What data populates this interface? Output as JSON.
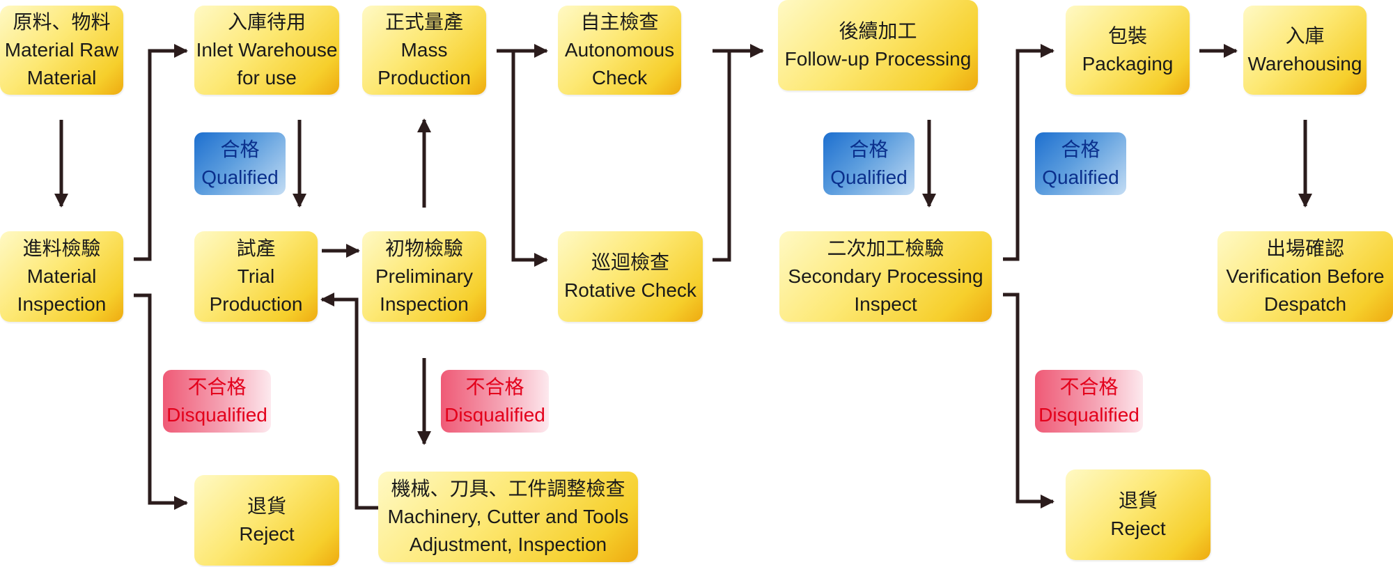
{
  "boxes": {
    "raw_material": {
      "zh": "原料、物料",
      "en1": "Material Raw",
      "en2": "Material"
    },
    "material_inspection": {
      "zh": "進料檢驗",
      "en1": "Material",
      "en2": "Inspection"
    },
    "inlet_warehouse": {
      "zh": "入庫待用",
      "en1": "Inlet Warehouse",
      "en2": "for use"
    },
    "trial_production": {
      "zh": "試產",
      "en1": "Trial",
      "en2": "Production"
    },
    "reject_1": {
      "zh": "退貨",
      "en1": "Reject"
    },
    "mass_production": {
      "zh": "正式量產",
      "en1": "Mass",
      "en2": "Production"
    },
    "preliminary_inspection": {
      "zh": "初物檢驗",
      "en1": "Preliminary",
      "en2": "Inspection"
    },
    "machinery_adjustment": {
      "zh": "機械、刀具、工件調整檢查",
      "en1": "Machinery, Cutter and Tools",
      "en2": "Adjustment, Inspection"
    },
    "autonomous_check": {
      "zh": "自主檢查",
      "en1": "Autonomous",
      "en2": "Check"
    },
    "rotative_check": {
      "zh": "巡迴檢查",
      "en1": "Rotative Check"
    },
    "follow_up_processing": {
      "zh": "後續加工",
      "en1": "Follow-up Processing"
    },
    "secondary_inspection": {
      "zh": "二次加工檢驗",
      "en1": "Secondary Processing",
      "en2": "Inspect"
    },
    "packaging": {
      "zh": "包裝",
      "en1": "Packaging"
    },
    "reject_2": {
      "zh": "退貨",
      "en1": "Reject"
    },
    "warehousing": {
      "zh": "入庫",
      "en1": "Warehousing"
    },
    "verification": {
      "zh": "出場確認",
      "en1": "Verification Before",
      "en2": "Despatch"
    }
  },
  "badges": {
    "qualified": {
      "zh": "合格",
      "en": "Qualified"
    },
    "disqualified": {
      "zh": "不合格",
      "en": "Disqualified"
    }
  },
  "colors": {
    "box_gradient": [
      "#fff9c4",
      "#fde873",
      "#f6cf2c",
      "#eeaa10"
    ],
    "qualified_text": "#0a2f8c",
    "qualified_bg": "#1d6fcf",
    "disqualified_text": "#e3001b",
    "disqualified_bg": "#ef5a76",
    "arrow": "#2b1c1c"
  }
}
